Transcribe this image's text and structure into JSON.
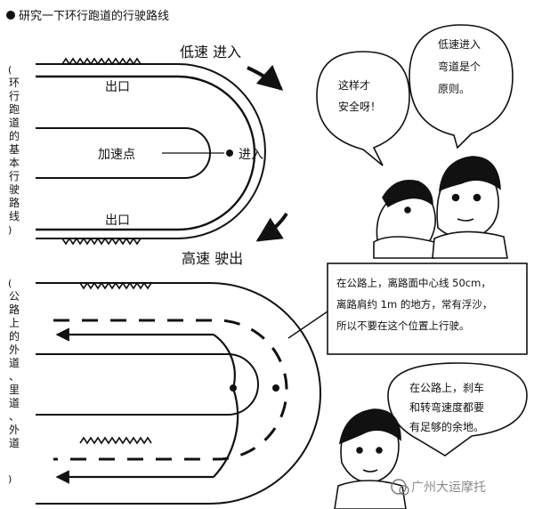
{
  "header": {
    "title": "研究一下环行跑道的行驶路线"
  },
  "sections": {
    "basic_vertical": "环行跑道的基本行驶路线",
    "road_vertical": "公路上的外道、里道、外道"
  },
  "diagram1": {
    "low_speed_entry": "低速 进入",
    "exit_top": "出口",
    "accel_point": "加速点",
    "entry": "进入",
    "exit_bottom": "出口",
    "high_speed_exit": "高速 驶出"
  },
  "bubble_left": {
    "lines": [
      "这样才",
      "安全呀！"
    ]
  },
  "bubble_right": {
    "lines": [
      "低速进入",
      "弯道是个",
      "原则。"
    ]
  },
  "note_road": {
    "lines": [
      "在公路上，离路面中心线 50cm，",
      "离路肩约 1m 的地方，常有浮沙，",
      "所以不要在这个位置上行驶。"
    ]
  },
  "note_brake": {
    "lines": [
      "在公路上，刹车",
      "和转弯速度都要",
      "有足够的余地。"
    ]
  },
  "watermark": {
    "text": "广州大运摩托"
  },
  "colors": {
    "ink": "#111111",
    "paper": "#ffffff"
  }
}
